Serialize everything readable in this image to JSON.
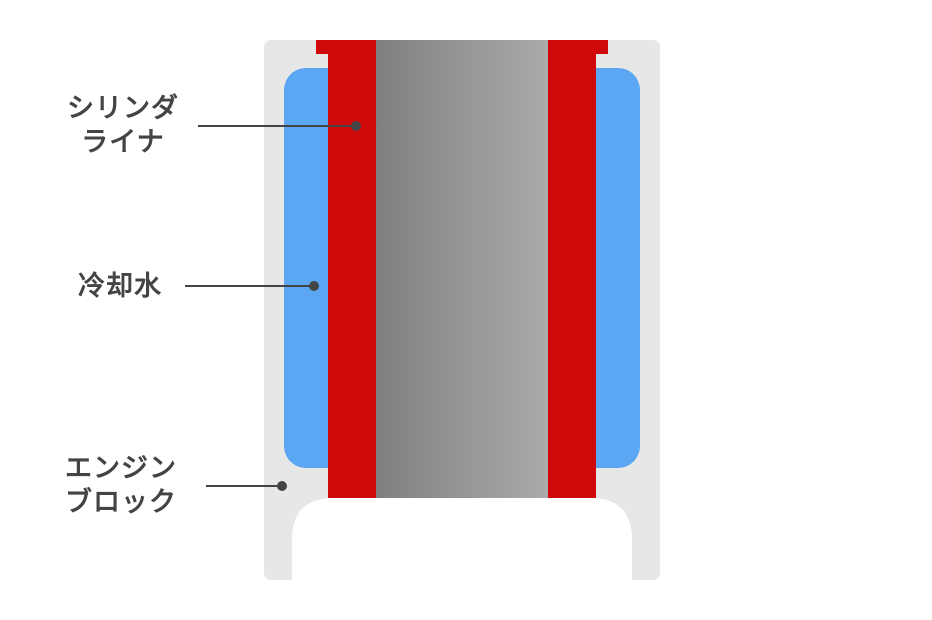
{
  "labels": {
    "cylinder_liner": [
      "シリンダ",
      "ライナ"
    ],
    "coolant": "冷却水",
    "engine_block": [
      "エンジン",
      "ブロック"
    ]
  },
  "colors": {
    "engine_block": "#e7e7e7",
    "coolant": "#5ba7f3",
    "liner": "#cf0909",
    "bore_dark": "#808080",
    "bore_light": "#aaaaaa",
    "leader": "#444444"
  }
}
